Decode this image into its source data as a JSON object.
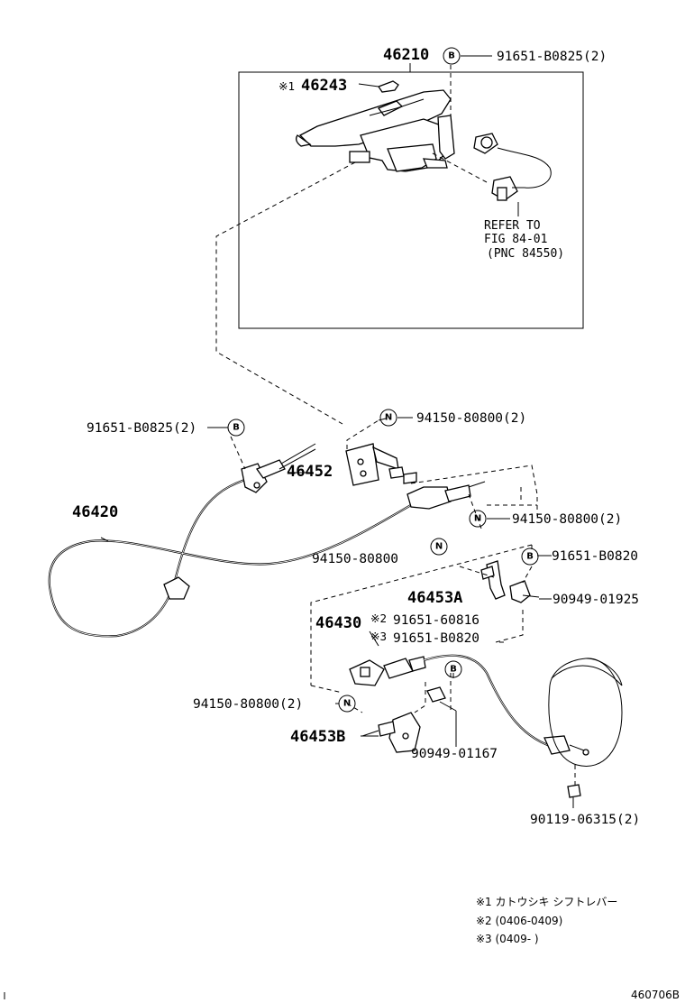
{
  "labels": {
    "p46210": "46210",
    "p46243": "46243",
    "p46243_mark": "※1",
    "bolt_b_top": "91651-B0825(2)",
    "refer_line1": "REFER TO",
    "refer_line2": "FIG 84-01",
    "refer_line3": "(PNC 84550)",
    "bolt_b_left": "91651-B0825(2)",
    "nut_n_top": "94150-80800(2)",
    "p46452": "46452",
    "p46420": "46420",
    "nut_n_right": "94150-80800(2)",
    "nut_n_mid": "94150-80800",
    "bolt_b_right": "91651-B0820",
    "p46453A": "46453A",
    "clip_90949_01925": "90949-01925",
    "p46430": "46430",
    "bolt_60816_mark": "※2",
    "bolt_60816": "91651-60816",
    "bolt_b0820_mark": "※3",
    "bolt_b0820": "91651-B0820",
    "nut_n_low": "94150-80800(2)",
    "p46453B": "46453B",
    "clip_90949_01167": "90949-01167",
    "screw_90119": "90119-06315(2)"
  },
  "circle_letters": {
    "b": "B",
    "n": "N"
  },
  "footnotes": [
    "※1 カトウシキ シフトレバー",
    "※2 (0406-0409)",
    "※3 (0409-      )"
  ],
  "diagram_id": "460706B"
}
